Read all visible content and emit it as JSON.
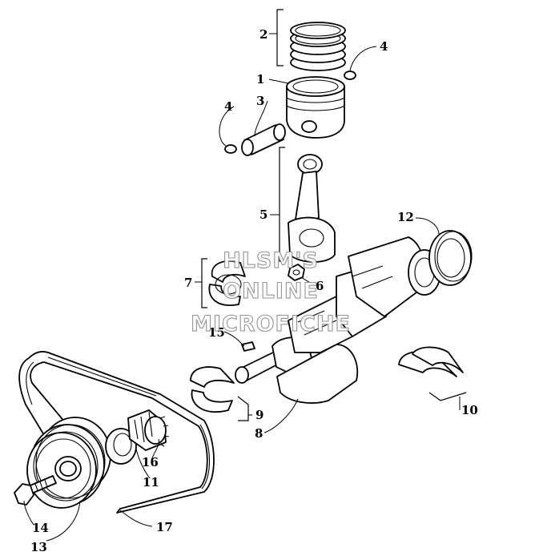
{
  "watermark": {
    "line1": "HLSM'S",
    "line2": "ONLINE",
    "line3": "MICROFICHE"
  },
  "callouts": {
    "c1": "1",
    "c2": "2",
    "c3": "3",
    "c4a": "4",
    "c4b": "4",
    "c5": "5",
    "c6": "6",
    "c7": "7",
    "c8": "8",
    "c9": "9",
    "c10": "10",
    "c11": "11",
    "c12": "12",
    "c13": "13",
    "c14": "14",
    "c15": "15",
    "c16": "16",
    "c17": "17"
  }
}
